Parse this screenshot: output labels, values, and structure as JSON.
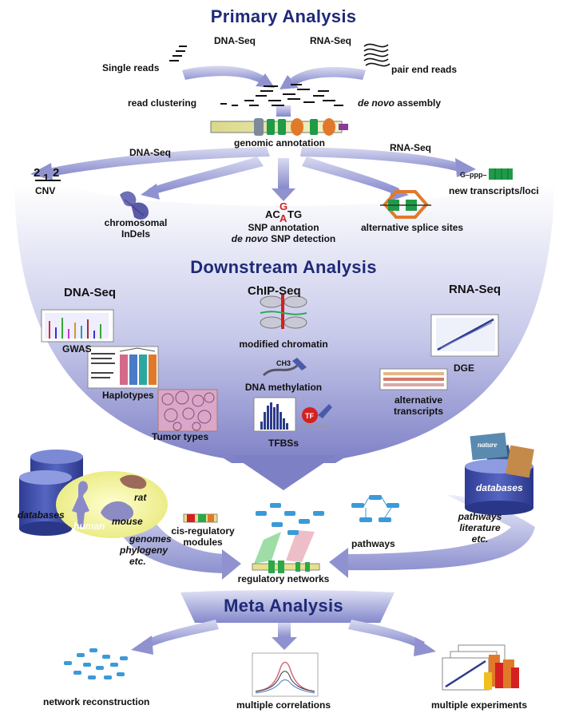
{
  "headers": {
    "primary": "Primary Analysis",
    "downstream": "Downstream Analysis",
    "meta": "Meta Analysis"
  },
  "primary": {
    "dna_seq": "DNA-Seq",
    "rna_seq": "RNA-Seq",
    "single_reads": "Single reads",
    "pair_end_reads": "pair end reads",
    "read_clustering": "read clustering",
    "de_novo": "de novo",
    "assembly": "assembly",
    "genomic_annotation": "genomic annotation"
  },
  "split": {
    "dna_seq": "DNA-Seq",
    "rna_seq": "RNA-Seq",
    "cnv_numbers": [
      "2",
      "1",
      "2"
    ],
    "cnv": "CNV",
    "chromosomal_indels": [
      "chromosomal",
      "InDels"
    ],
    "snp_letters": {
      "pre": "AC",
      "top": "G",
      "bottom": "A",
      "post": "TG"
    },
    "snp_annotation": "SNP annotation",
    "snp_detection_prefix": "de novo",
    "snp_detection_suffix": "SNP detection",
    "alt_splice": "alternative splice sites",
    "transcript_prefix": "G–ppp–",
    "new_transcripts": "new transcripts/loci"
  },
  "downstream": {
    "dna_seq": "DNA-Seq",
    "chip_seq": "ChIP-Seq",
    "rna_seq": "RNA-Seq",
    "gwas": "GWAS",
    "haplotypes": "Haplotypes",
    "tumor_types": "Tumor types",
    "modified_chromatin": "modified chromatin",
    "ch3": "CH3",
    "dna_methylation": "DNA methylation",
    "tf": "TF",
    "tfbss": "TFBSs",
    "dge": "DGE",
    "alt_transcripts": [
      "alternative",
      "transcripts"
    ]
  },
  "integration": {
    "databases_left": "databases",
    "rat": "rat",
    "human": "human",
    "mouse": "mouse",
    "genomes": [
      "genomes",
      "phylogeny",
      "etc."
    ],
    "cis_regulatory": [
      "cis-regulatory",
      "modules"
    ],
    "regulatory_networks": "regulatory networks",
    "pathways": "pathways",
    "journal_logo": "nature",
    "databases_right": "databases",
    "pathways_literature": [
      "pathways",
      "literature",
      "etc."
    ]
  },
  "meta": {
    "network_reconstruction": "network reconstruction",
    "multiple_correlations": "multiple correlations",
    "multiple_experiments": "multiple experiments"
  },
  "colors": {
    "header": "#1f2a78",
    "funnel_top": "#ffffff",
    "funnel_bottom": "#7e80c6",
    "arrow": "#8f92cf",
    "snp_red": "#d42020",
    "green": "#2aa84a",
    "orange": "#e07a2a",
    "db_blue": "#3c4ca6",
    "yellow": "#f1f19c"
  }
}
